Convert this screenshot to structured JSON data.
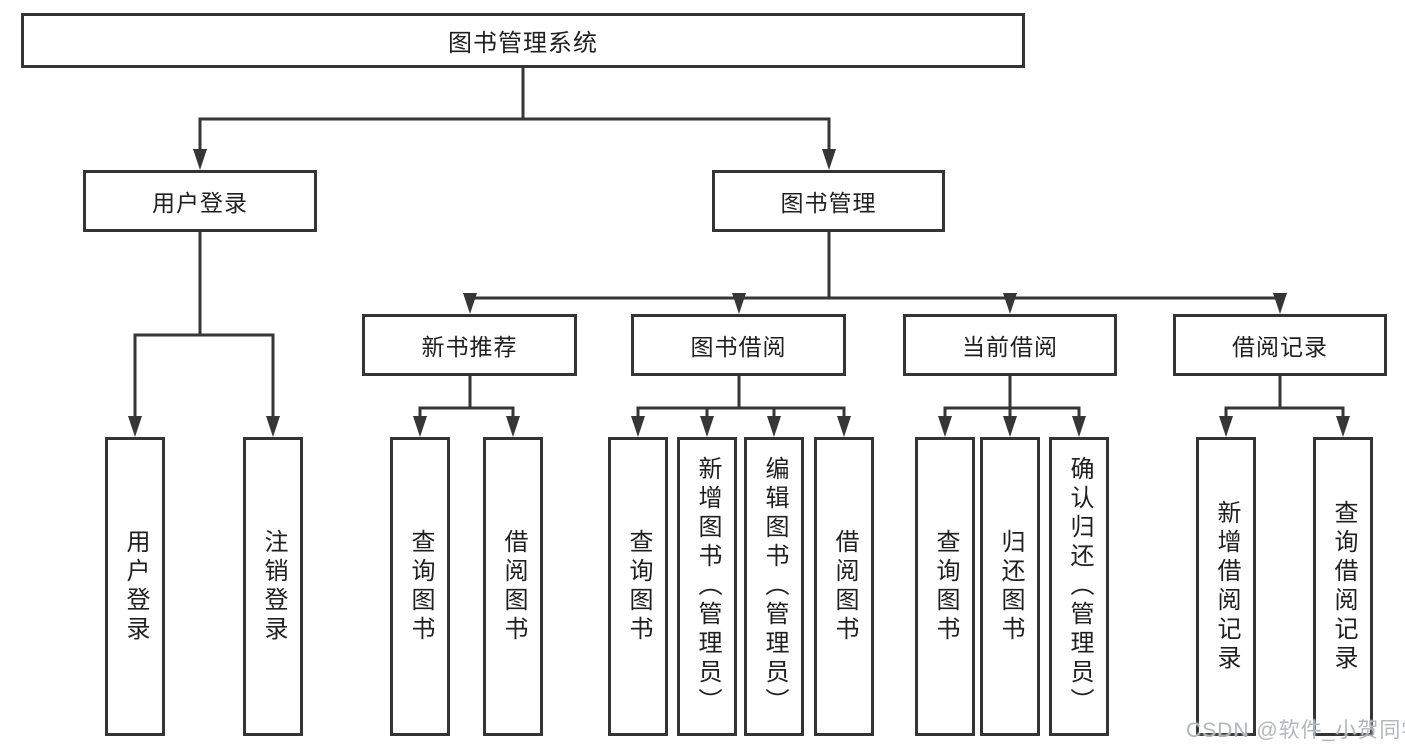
{
  "diagram": {
    "root": {
      "label": "图书管理系统"
    },
    "branches": [
      {
        "label": "用户登录",
        "children": [
          {
            "label": "用户登录"
          },
          {
            "label": "注销登录"
          }
        ]
      },
      {
        "label": "图书管理",
        "children": [
          {
            "label": "新书推荐",
            "children": [
              {
                "label": "查询图书"
              },
              {
                "label": "借阅图书"
              }
            ]
          },
          {
            "label": "图书借阅",
            "children": [
              {
                "label": "查询图书"
              },
              {
                "label": "新增图书（管理员）"
              },
              {
                "label": "编辑图书（管理员）"
              },
              {
                "label": "借阅图书"
              }
            ]
          },
          {
            "label": "当前借阅",
            "children": [
              {
                "label": "查询图书"
              },
              {
                "label": "归还图书"
              },
              {
                "label": "确认归还（管理员）"
              }
            ]
          },
          {
            "label": "借阅记录",
            "children": [
              {
                "label": "新增借阅记录"
              },
              {
                "label": "查询借阅记录"
              }
            ]
          }
        ]
      }
    ]
  },
  "watermark": {
    "text": "CSDN @软件_小贺同学"
  },
  "colors": {
    "line": "#363636",
    "text": "#1f1f1f",
    "background": "#ffffff",
    "watermark": "#b3b6bf"
  }
}
